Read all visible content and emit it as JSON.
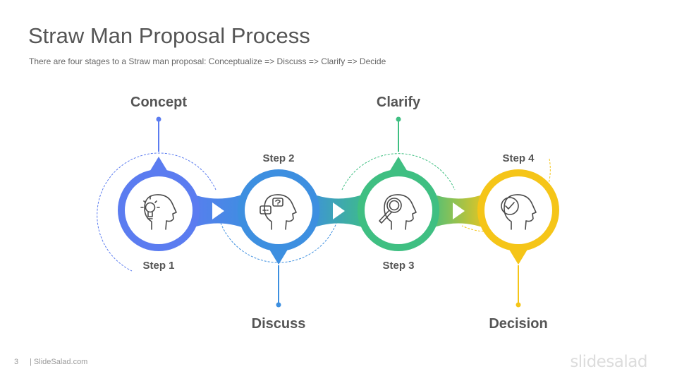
{
  "slide": {
    "title": "Straw Man Proposal Process",
    "subtitle": "There are four  stages to a Straw man proposal:  Conceptualize  => Discuss => Clarify  => Decide",
    "page_number": "3",
    "site": "| SlideSalad.com",
    "brand": "slidesalad"
  },
  "steps": [
    {
      "step_label": "Step 1",
      "name": "Concept",
      "color": "#5b7cf0",
      "icon": "lightbulb-head-icon"
    },
    {
      "step_label": "Step 2",
      "name": "Discuss",
      "color": "#3d8fe0",
      "icon": "chat-question-head-icon"
    },
    {
      "step_label": "Step 3",
      "name": "Clarify",
      "color": "#3fbf82",
      "icon": "magnifier-head-icon"
    },
    {
      "step_label": "Step 4",
      "name": "Decision",
      "color": "#f5c518",
      "icon": "checkmark-head-icon"
    }
  ]
}
